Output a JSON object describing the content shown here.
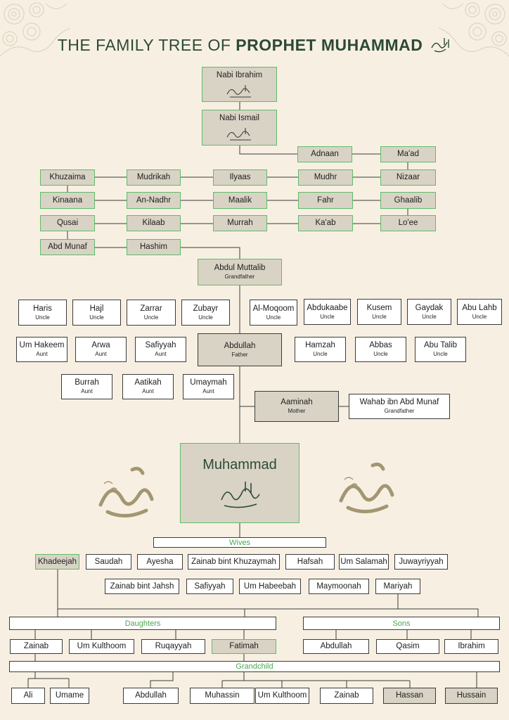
{
  "title": {
    "prefix": "THE FAMILY TREE OF",
    "bold": "PROPHET MUHAMMAD"
  },
  "colors": {
    "background": "#f7f0e2",
    "title": "#2c4a37",
    "highlight_fill": "#d9d3c5",
    "highlight_border": "#5ebb6a",
    "section_label": "#49a84f",
    "calligraphy": "#a39672"
  },
  "ancestors": {
    "ibrahim": "Nabi Ibrahim",
    "ismail": "Nabi Ismail",
    "adnaan": "Adnaan",
    "maad": "Ma'ad",
    "khuzaima": "Khuzaima",
    "mudrikah": "Mudrikah",
    "ilyaas": "Ilyaas",
    "mudhr": "Mudhr",
    "nizaar": "Nizaar",
    "kinaana": "Kinaana",
    "an_nadhr": "An-Nadhr",
    "maalik": "Maalik",
    "fahr": "Fahr",
    "ghaalib": "Ghaalib",
    "qusai": "Qusai",
    "kilaab": "Kilaab",
    "murrah": "Murrah",
    "kaab": "Ka'ab",
    "loee": "Lo'ee",
    "abd_munaf": "Abd Munaf",
    "hashim": "Hashim"
  },
  "grandfather": {
    "name": "Abdul Muttalib",
    "role": "Grandfather"
  },
  "relatives": [
    {
      "name": "Haris",
      "role": "Uncle"
    },
    {
      "name": "Hajl",
      "role": "Uncle"
    },
    {
      "name": "Zarrar",
      "role": "Uncle"
    },
    {
      "name": "Zubayr",
      "role": "Uncle"
    },
    {
      "name": "Al-Moqoom",
      "role": "Uncle"
    },
    {
      "name": "Abdukaabe",
      "role": "Uncle"
    },
    {
      "name": "Kusem",
      "role": "Uncle"
    },
    {
      "name": "Gaydak",
      "role": "Uncle"
    },
    {
      "name": "Abu Lahb",
      "role": "Uncle"
    },
    {
      "name": "Um Hakeem",
      "role": "Aunt"
    },
    {
      "name": "Arwa",
      "role": "Aunt"
    },
    {
      "name": "Safiyyah",
      "role": "Aunt"
    },
    {
      "name": "Hamzah",
      "role": "Uncle"
    },
    {
      "name": "Abbas",
      "role": "Uncle"
    },
    {
      "name": "Abu Talib",
      "role": "Uncle"
    },
    {
      "name": "Burrah",
      "role": "Aunt"
    },
    {
      "name": "Aatikah",
      "role": "Aunt"
    },
    {
      "name": "Umaymah",
      "role": "Aunt"
    }
  ],
  "father": {
    "name": "Abdullah",
    "role": "Father"
  },
  "mother": {
    "name": "Aaminah",
    "role": "Mother"
  },
  "maternal_grandfather": {
    "name": "Wahab ibn Abd Munaf",
    "role": "Grandfather"
  },
  "prophet": {
    "name": "Muhammad"
  },
  "sections": {
    "wives": "Wives",
    "daughters": "Daughters",
    "sons": "Sons",
    "grandchild": "Grandchild"
  },
  "wives": [
    "Khadeejah",
    "Saudah",
    "Ayesha",
    "Zainab bint Khuzaymah",
    "Hafsah",
    "Um Salamah",
    "Juwayriyyah",
    "Zainab bint Jahsh",
    "Safiyyah",
    "Um Habeebah",
    "Maymoonah",
    "Mariyah"
  ],
  "daughters": [
    "Zainab",
    "Um Kulthoom",
    "Ruqayyah",
    "Fatimah"
  ],
  "sons": [
    "Abdullah",
    "Qasim",
    "Ibrahim"
  ],
  "grandchildren": [
    "Ali",
    "Umame",
    "Abdullah",
    "Muhassin",
    "Um Kulthoom",
    "Zainab",
    "Hassan",
    "Hussain"
  ]
}
